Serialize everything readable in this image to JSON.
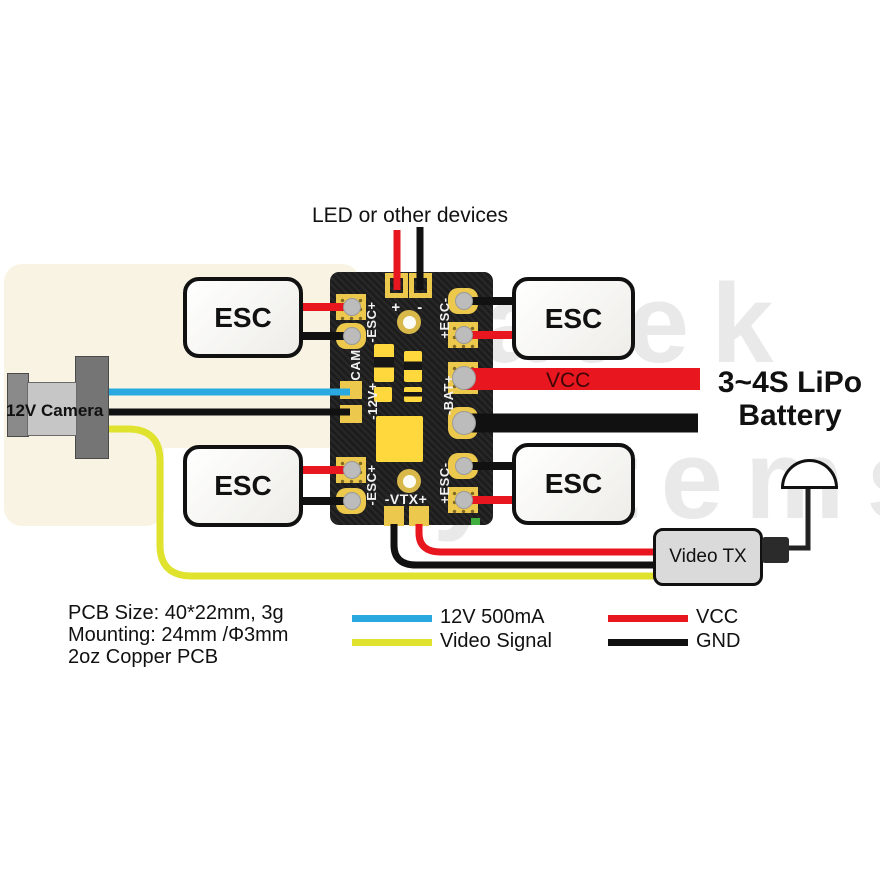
{
  "diagram_title": "LED or other devices",
  "watermark": {
    "line1": "Matek",
    "line2": "Systems"
  },
  "pcb_silkscreen": {
    "led_plus": "+",
    "led_minus": "-",
    "esc_left_top": "-ESC+",
    "esc_left_bottom": "-ESC+",
    "esc_right_top": "+ESC-",
    "esc_right_bottom": "+ESC-",
    "cam": "CAM",
    "cam_12v": "-12V+",
    "bat": "-BAT+",
    "vtx": "-VTX+"
  },
  "devices": {
    "esc_label": "ESC",
    "camera_label": "12V Camera",
    "video_tx_label": "Video TX",
    "battery_line1": "3~4S LiPo",
    "battery_line2": "Battery",
    "vcc_wire_label": "VCC"
  },
  "specs": {
    "line1": "PCB Size: 40*22mm,  3g",
    "line2": "Mounting: 24mm /Φ3mm",
    "line3": "2oz Copper PCB"
  },
  "legend": [
    {
      "label": "12V 500mA",
      "color": "#2aa9e0"
    },
    {
      "label": "Video Signal",
      "color": "#dfe32e"
    },
    {
      "label": "VCC",
      "color": "#e8161e"
    },
    {
      "label": "GND",
      "color": "#111111"
    }
  ],
  "colors": {
    "wire_red": "#e8161e",
    "wire_black": "#111111",
    "wire_blue": "#2aa9e0",
    "wire_yellow": "#dfe32e",
    "pcb_black": "#1d1d1d",
    "pad_gold": "#ecc84d",
    "component_yellow": "#ffd83e",
    "panel_cream": "#f8f3e3",
    "watermark_gray": "#e9e9e9"
  }
}
